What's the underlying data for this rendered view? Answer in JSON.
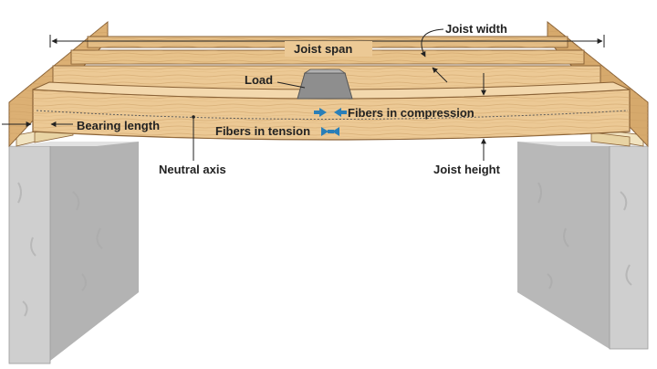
{
  "labels": {
    "joist_width": "Joist width",
    "joist_span": "Joist span",
    "load": "Load",
    "fibers_compression": "Fibers in compression",
    "fibers_tension": "Fibers in tension",
    "bearing_length": "Bearing length",
    "neutral_axis": "Neutral axis",
    "joist_height": "Joist height"
  },
  "colors": {
    "wood_light": "#ecc995",
    "wood_mid": "#dcb074",
    "wood_dark": "#c08f55",
    "wood_edge": "#8a6236",
    "concrete_face": "#cfcfcf",
    "concrete_side": "#b3b3b3",
    "concrete_top": "#e2e2e2",
    "load_block": "#8e8e8e",
    "arrow_blue": "#2a7fb8",
    "ink": "#222222"
  }
}
